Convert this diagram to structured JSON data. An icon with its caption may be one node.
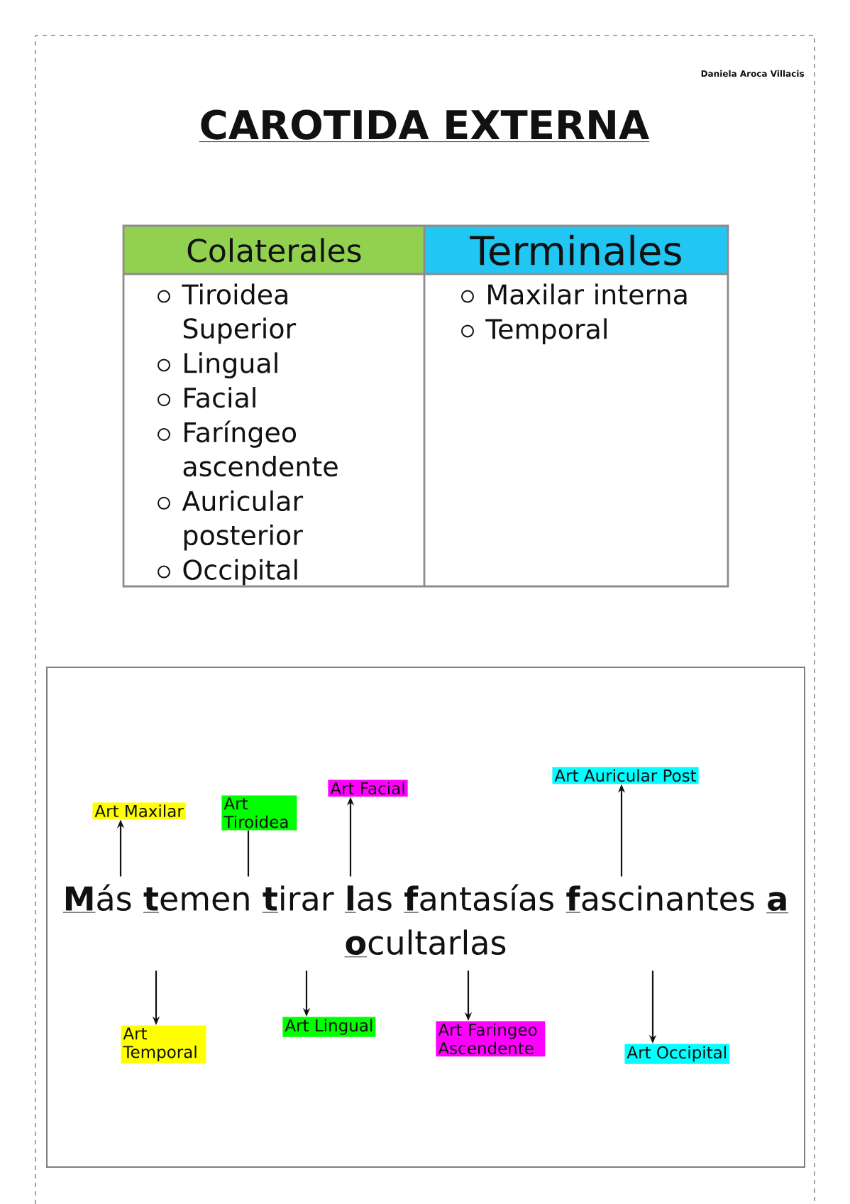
{
  "diagram": {
    "title": "CAROTIDA EXTERNA",
    "nodes": [
      {
        "text": [
          "Art Maxilar"
        ]
      },
      {
        "text": [
          "Art Tiroidea"
        ]
      },
      {
        "text": [
          "Art Facial"
        ]
      },
      {
        "text": [
          "Art Auricular Post"
        ]
      },
      {
        "text": [
          "**M**ás **t**emen **t**irar **l**as **f**antasías **f**ascinantes **a** **o**cultarlas"
        ]
      },
      {
        "text": [
          "Art Temporal"
        ]
      },
      {
        "text": [
          "Art Lingual"
        ]
      },
      {
        "text": [
          "Art Faringeo Ascendente"
        ]
      },
      {
        "text": [
          "Art Occipital"
        ]
      }
    ],
    "edges": [
      {
        "from": 4,
        "to": 0,
        "arrow": "to"
      },
      {
        "from": 4,
        "to": 5,
        "arrow": "to"
      },
      {
        "from": 4,
        "to": 1,
        "arrow": "none"
      },
      {
        "from": 4,
        "to": 6,
        "arrow": "to"
      },
      {
        "from": 4,
        "to": 2,
        "arrow": "to"
      },
      {
        "from": 4,
        "to": 7,
        "arrow": "to"
      },
      {
        "from": 4,
        "to": 3,
        "arrow": "to"
      },
      {
        "from": 4,
        "to": 8,
        "arrow": "to"
      }
    ],
    "labels": [
      "Daniela Aroca Villacis",
      "Colaterales",
      "Terminales",
      "Tiroidea Superior",
      "Lingual",
      "Facial",
      "Faríngeo ascendente",
      "Auricular posterior",
      "Occipital",
      "Maxilar interna",
      "Temporal"
    ]
  }
}
